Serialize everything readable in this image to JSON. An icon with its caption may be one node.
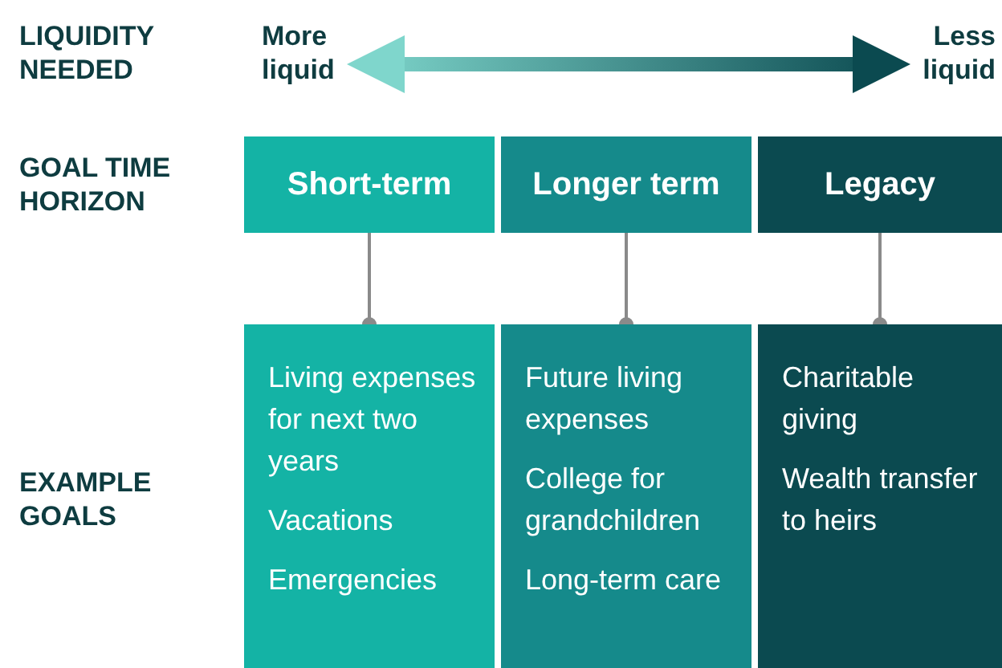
{
  "diagram": {
    "nodes": [
      {
        "text": [
          "More liquid"
        ]
      },
      {
        "text": [
          "Less liquid"
        ]
      },
      {
        "text": [
          "Short-term"
        ]
      },
      {
        "text": [
          "Longer term"
        ]
      },
      {
        "text": [
          "Legacy"
        ]
      },
      {
        "text": [
          "Living expenses for next two years",
          "Vacations",
          "Emergencies"
        ]
      },
      {
        "text": [
          "Future living expenses",
          "College for grandchildren",
          "Long-term care"
        ]
      },
      {
        "text": [
          "Charitable giving",
          "Wealth transfer to heirs"
        ]
      }
    ],
    "edges": [
      {
        "from": 0,
        "to": 1,
        "arrow": "both"
      },
      {
        "from": 2,
        "to": 5,
        "arrow": "other"
      },
      {
        "from": 3,
        "to": 6,
        "arrow": "other"
      },
      {
        "from": 4,
        "to": 7,
        "arrow": "other"
      }
    ],
    "labels": [
      "LIQUIDITY NEEDED",
      "GOAL TIME HORIZON",
      "EXAMPLE GOALS"
    ]
  }
}
